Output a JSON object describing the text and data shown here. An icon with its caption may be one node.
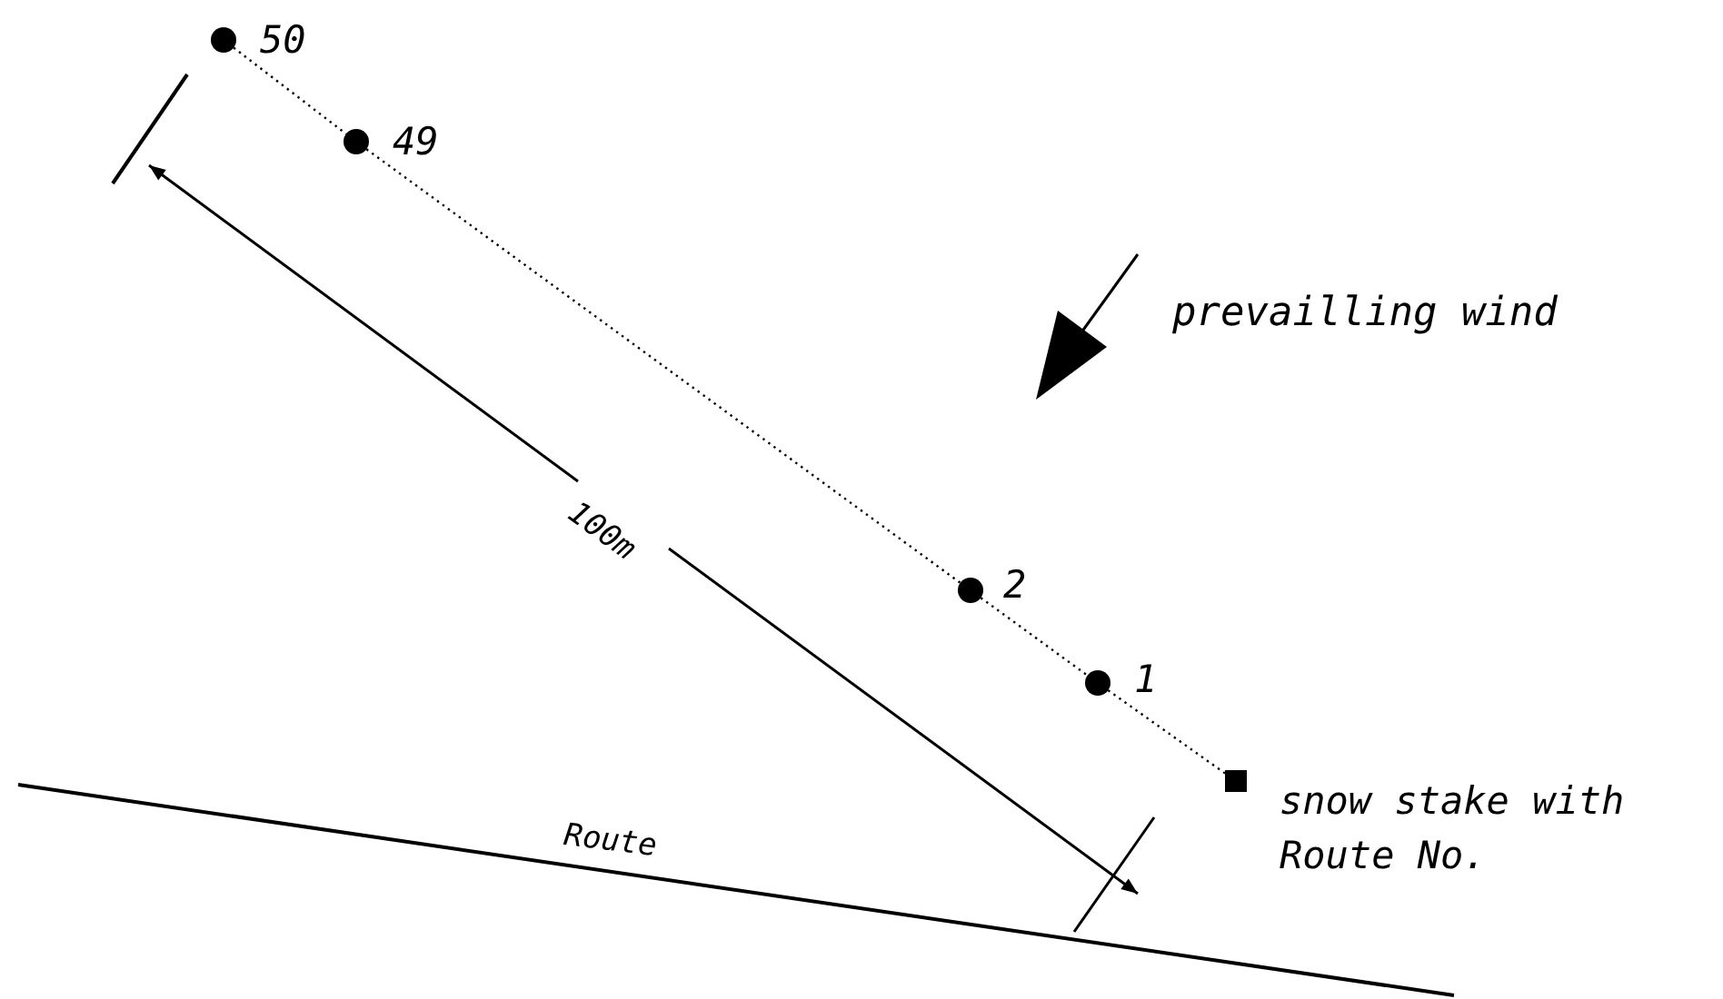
{
  "diagram": {
    "nodes": [
      {
        "text": [],
        "shape": "circle",
        "beside": [
          "50"
        ]
      },
      {
        "text": [],
        "shape": "circle",
        "beside": [
          "49"
        ]
      },
      {
        "text": [],
        "shape": "circle",
        "beside": [
          "2"
        ]
      },
      {
        "text": [],
        "shape": "circle",
        "beside": [
          "1"
        ]
      },
      {
        "text": [],
        "shape": "box",
        "beside": [
          "snow stake with Route No."
        ]
      }
    ],
    "edges": [
      {
        "from": 0,
        "to": 1,
        "arrow": "none",
        "style": "dashed"
      },
      {
        "from": 1,
        "to": 2,
        "arrow": "none",
        "style": "dashed"
      },
      {
        "from": 2,
        "to": 3,
        "arrow": "none",
        "style": "dashed"
      },
      {
        "from": 3,
        "to": 4,
        "arrow": "none",
        "style": "dashed"
      }
    ],
    "labels": [
      "prevailling wind",
      "100m",
      "Route"
    ]
  }
}
